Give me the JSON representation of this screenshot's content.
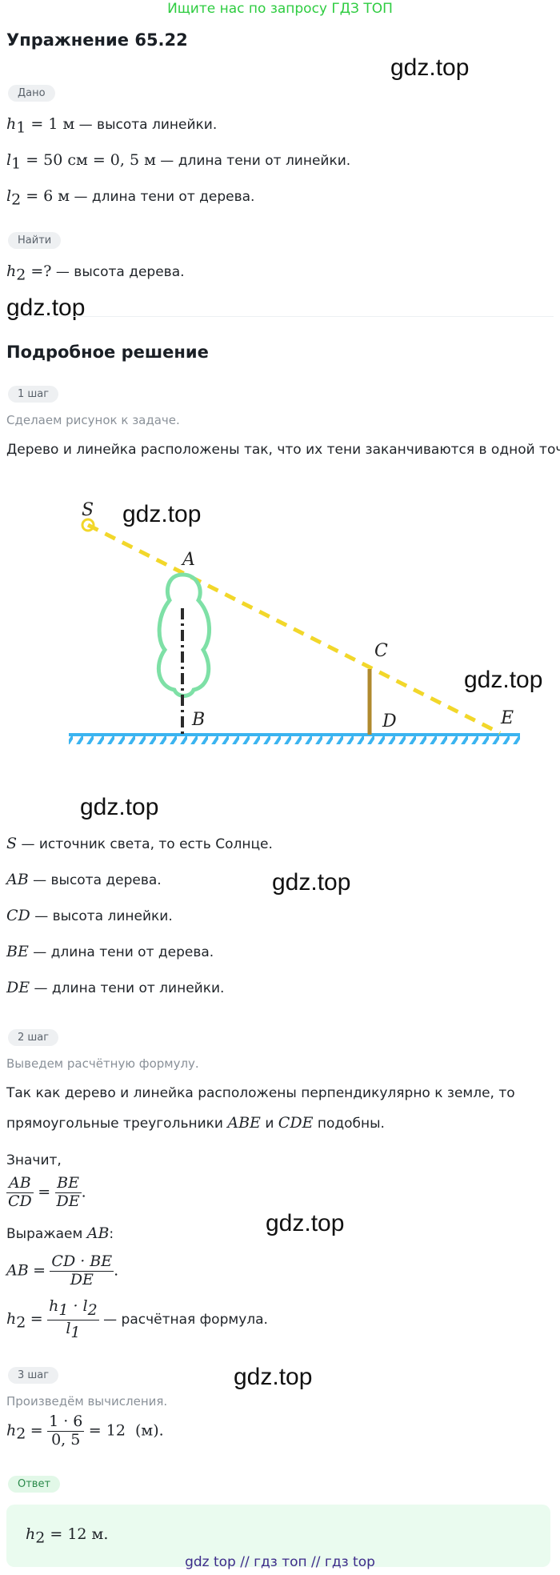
{
  "banner": "Ищите нас по запросу ГДЗ ТОП",
  "title": "Упражнение 65.22",
  "watermark": "gdz.top",
  "given_label": "Дано",
  "given": {
    "h1_text": "— высота линейки.",
    "l1_text": "— длина тени от линейки.",
    "l2_text": "— длина тени от дерева."
  },
  "find_label": "Найти",
  "find_text": "— высота дерева.",
  "solution_title": "Подробное решение",
  "step1": {
    "label": "1 шаг",
    "hint": "Сделаем рисунок к задаче.",
    "text": "Дерево и линейка расположены так, что их тени заканчиваются в одной точке."
  },
  "diagram": {
    "labels": {
      "S": "S",
      "A": "A",
      "B": "B",
      "C": "C",
      "D": "D",
      "E": "E"
    },
    "colors": {
      "ground": "#3bb4f0",
      "ray": "#f2d72a",
      "tree": "#7ee0a6",
      "trunk": "#2b2b2b",
      "ruler": "#b08a2e"
    }
  },
  "legend": {
    "S": "— источник света, то есть Солнце.",
    "AB": "— высота дерева.",
    "CD": "— высота линейки.",
    "BE": "— длина тени от дерева.",
    "DE": "— длина тени от линейки."
  },
  "step2": {
    "label": "2 шаг",
    "hint": "Выведем расчётную формулу.",
    "text1": "Так как дерево и линейка расположены перпендикулярно к земле, то",
    "text2a": "прямоугольные треугольники",
    "text2b": "и",
    "text2c": "подобны.",
    "znachit": "Значит,",
    "express": "Выражаем",
    "formula_tail": "— расчётная формула."
  },
  "step3": {
    "label": "3 шаг",
    "hint": "Произведём вычисления."
  },
  "answer_label": "Ответ",
  "footer": "gdz top  //  гдз топ  //  гдз top"
}
